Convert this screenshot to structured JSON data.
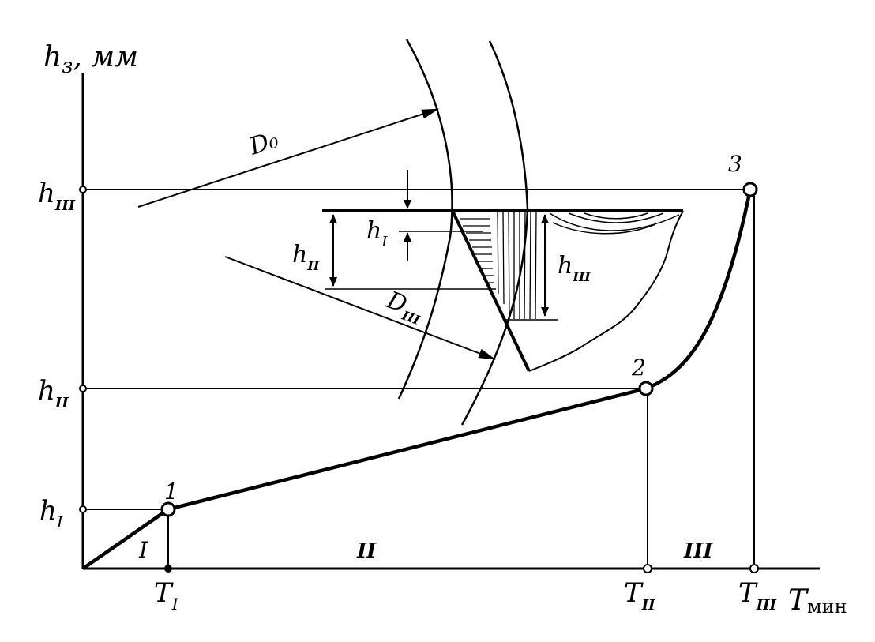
{
  "axis": {
    "y_label_base": "h",
    "y_label_sub": "з",
    "y_label_unit": ", мм",
    "x_label": "T",
    "x_label_sub": "мин"
  },
  "levels": {
    "h1": {
      "base": "h",
      "sub": "I"
    },
    "h2": {
      "base": "h",
      "sub": "II"
    },
    "h3": {
      "base": "h",
      "sub": "III"
    }
  },
  "times": {
    "t1": {
      "base": "T",
      "sub": "I"
    },
    "t2": {
      "base": "T",
      "sub": "II"
    },
    "t3": {
      "base": "T",
      "sub": "III"
    }
  },
  "points": {
    "p1": "1",
    "p2": "2",
    "p3": "3"
  },
  "stages": {
    "s1": "I",
    "s2": "II",
    "s3": "III"
  },
  "inset": {
    "d0_label": "D₀",
    "d3_base": "D",
    "d3_sub": "III",
    "h1": {
      "base": "h",
      "sub": "I"
    },
    "h2": {
      "base": "h",
      "sub": "II"
    },
    "h3": {
      "base": "h",
      "sub": "III"
    }
  }
}
